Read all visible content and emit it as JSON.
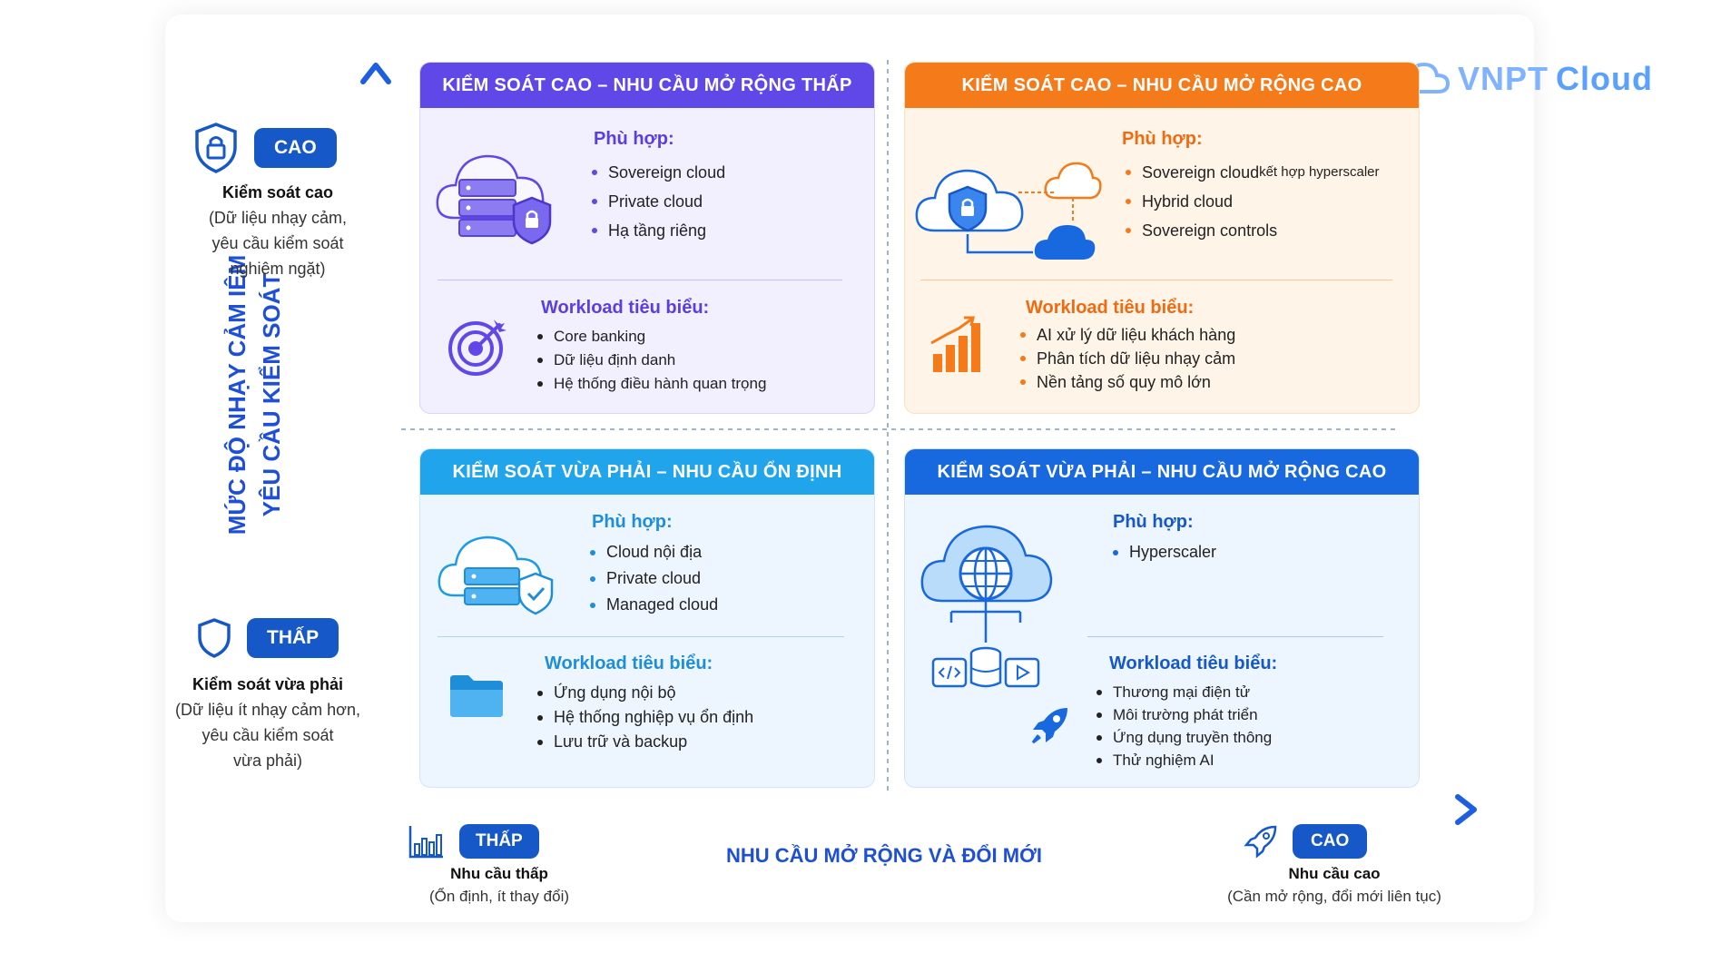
{
  "brand": {
    "name_a": "VNPT",
    "name_b": "Cloud"
  },
  "y_axis": {
    "title_line1": "MỨC ĐỘ NHẠY CẢM IÊM",
    "title_line2": "YÊU CẦU KIỂM SOÁT",
    "high": {
      "pill": "CAO",
      "title": "Kiểm soát cao",
      "desc1": "(Dữ liệu nhạy cảm,",
      "desc2": "yêu cầu kiểm soát",
      "desc3": "nghiêm ngặt)"
    },
    "low": {
      "pill": "THẤP",
      "title": "Kiểm soát vừa phải",
      "desc1": "(Dữ liệu ít nhạy cảm hơn,",
      "desc2": "yêu cầu kiểm soát",
      "desc3": "vừa phải)"
    }
  },
  "x_axis": {
    "title": "NHU CẦU MỞ RỘNG VÀ ĐỔI MỚI",
    "low": {
      "pill": "THẤP",
      "title": "Nhu cầu thấp",
      "desc": "(Ổn định, ít thay đổi)"
    },
    "high": {
      "pill": "CAO",
      "title": "Nhu cầu cao",
      "desc": "(Cần mở rộng, đổi mới liên tục)"
    }
  },
  "quadrants": {
    "q1": {
      "header": "KIỂM SOÁT CAO – NHU CẦU MỞ RỘNG THẤP",
      "fit_title": "Phù hợp:",
      "fit": [
        "Sovereign cloud",
        "Private cloud",
        "Hạ tầng riêng"
      ],
      "wl_title": "Workload tiêu biểu:",
      "workloads": [
        "Core banking",
        "Dữ liệu định danh",
        "Hệ thống điều hành quan trọng"
      ]
    },
    "q2": {
      "header": "KIỂM SOÁT CAO – NHU CẦU MỞ RỘNG CAO",
      "fit_title": "Phù hợp:",
      "fit_a": "Sovereign cloud",
      "fit_a_small": " kết hợp hyperscaler",
      "fit": [
        "Hybrid cloud",
        "Sovereign controls"
      ],
      "wl_title": "Workload tiêu biểu:",
      "workloads": [
        "AI xử lý dữ liệu khách hàng",
        "Phân tích dữ liệu nhạy cảm",
        "Nền tảng số quy mô lớn"
      ]
    },
    "q3": {
      "header": "KIỂM SOÁT VỪA PHẢI – NHU CẦU ỔN ĐỊNH",
      "fit_title": "Phù hợp:",
      "fit": [
        "Cloud nội địa",
        "Private cloud",
        "Managed cloud"
      ],
      "wl_title": "Workload tiêu biểu:",
      "workloads": [
        "Ứng dụng nội bộ",
        "Hệ thống nghiệp vụ ổn định",
        "Lưu trữ và backup"
      ]
    },
    "q4": {
      "header": "KIỂM SOÁT VỪA PHẢI – NHU CẦU MỞ RỘNG CAO",
      "fit_title": "Phù hợp:",
      "fit": [
        "Hyperscaler"
      ],
      "wl_title": "Workload tiêu biểu:",
      "workloads": [
        "Thương mại điện tử",
        "Môi trường phát triển",
        "Ứng dụng truyền thông",
        "Thử nghiệm AI"
      ]
    }
  },
  "colors": {
    "purple": "#6048e8",
    "orange": "#f47a1a",
    "sky": "#20a4ec",
    "blue": "#1868e0",
    "axis": "#1e5ee0"
  }
}
